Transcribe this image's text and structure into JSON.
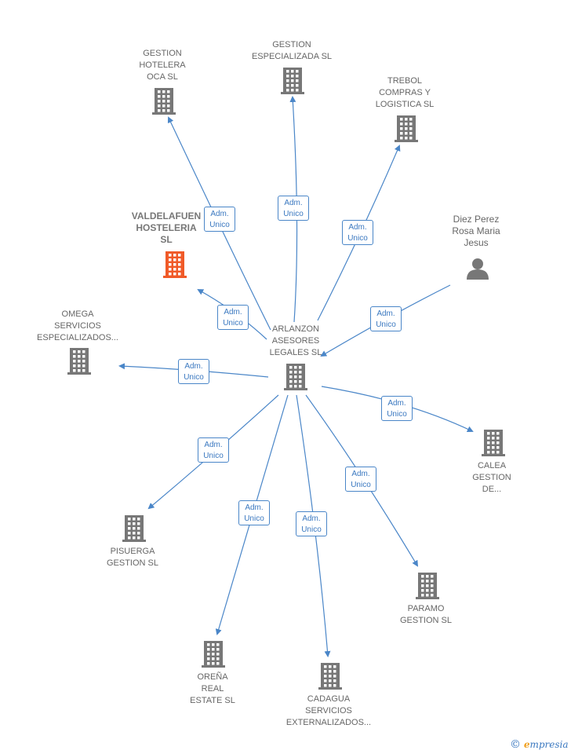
{
  "colors": {
    "edge": "#4a86c8",
    "building": "#777777",
    "focus": "#f05a28",
    "person": "#777777"
  },
  "center_node": {
    "id": "arlanzon",
    "label": "ARLANZON\nASESORES\nLEGALES SL"
  },
  "nodes": [
    {
      "id": "gestion-hotelera",
      "label": "GESTION\nHOTELERA\nOCA SL",
      "kind": "company"
    },
    {
      "id": "gestion-especializada",
      "label": "GESTION\nESPECIALIZADA SL",
      "kind": "company"
    },
    {
      "id": "trebol",
      "label": "TREBOL\nCOMPRAS Y\nLOGISTICA SL",
      "kind": "company"
    },
    {
      "id": "valdelafuen",
      "label": "VALDELAFUEN\nHOSTELERIA\nSL",
      "kind": "focus"
    },
    {
      "id": "diez-perez",
      "label": "Diez Perez\nRosa Maria\nJesus",
      "kind": "person"
    },
    {
      "id": "omega",
      "label": "OMEGA\nSERVICIOS\nESPECIALIZADOS...",
      "kind": "company"
    },
    {
      "id": "calea",
      "label": "CALEA\nGESTION\nDE...",
      "kind": "company"
    },
    {
      "id": "pisuerga",
      "label": "PISUERGA\nGESTION  SL",
      "kind": "company"
    },
    {
      "id": "paramo",
      "label": "PARAMO\nGESTION  SL",
      "kind": "company"
    },
    {
      "id": "orena",
      "label": "OREÑA\nREAL\nESTATE  SL",
      "kind": "company"
    },
    {
      "id": "cadagua",
      "label": "CADAGUA\nSERVICIOS\nEXTERNALIZADOS...",
      "kind": "company"
    }
  ],
  "edge_label": "Adm.\nUnico",
  "edges": [
    {
      "from": "arlanzon",
      "to": "gestion-hotelera",
      "label": "Adm.\nUnico"
    },
    {
      "from": "arlanzon",
      "to": "gestion-especializada",
      "label": "Adm.\nUnico"
    },
    {
      "from": "arlanzon",
      "to": "trebol",
      "label": "Adm.\nUnico"
    },
    {
      "from": "arlanzon",
      "to": "valdelafuen",
      "label": "Adm.\nUnico"
    },
    {
      "from": "diez-perez",
      "to": "arlanzon",
      "label": "Adm.\nUnico"
    },
    {
      "from": "arlanzon",
      "to": "omega",
      "label": "Adm.\nUnico"
    },
    {
      "from": "arlanzon",
      "to": "calea",
      "label": "Adm.\nUnico"
    },
    {
      "from": "arlanzon",
      "to": "pisuerga",
      "label": "Adm.\nUnico"
    },
    {
      "from": "arlanzon",
      "to": "paramo",
      "label": "Adm.\nUnico"
    },
    {
      "from": "arlanzon",
      "to": "orena",
      "label": "Adm.\nUnico"
    },
    {
      "from": "arlanzon",
      "to": "cadagua",
      "label": "Adm.\nUnico"
    }
  ],
  "brand": {
    "copyright": "©",
    "e": "e",
    "rest": "mpresia"
  }
}
